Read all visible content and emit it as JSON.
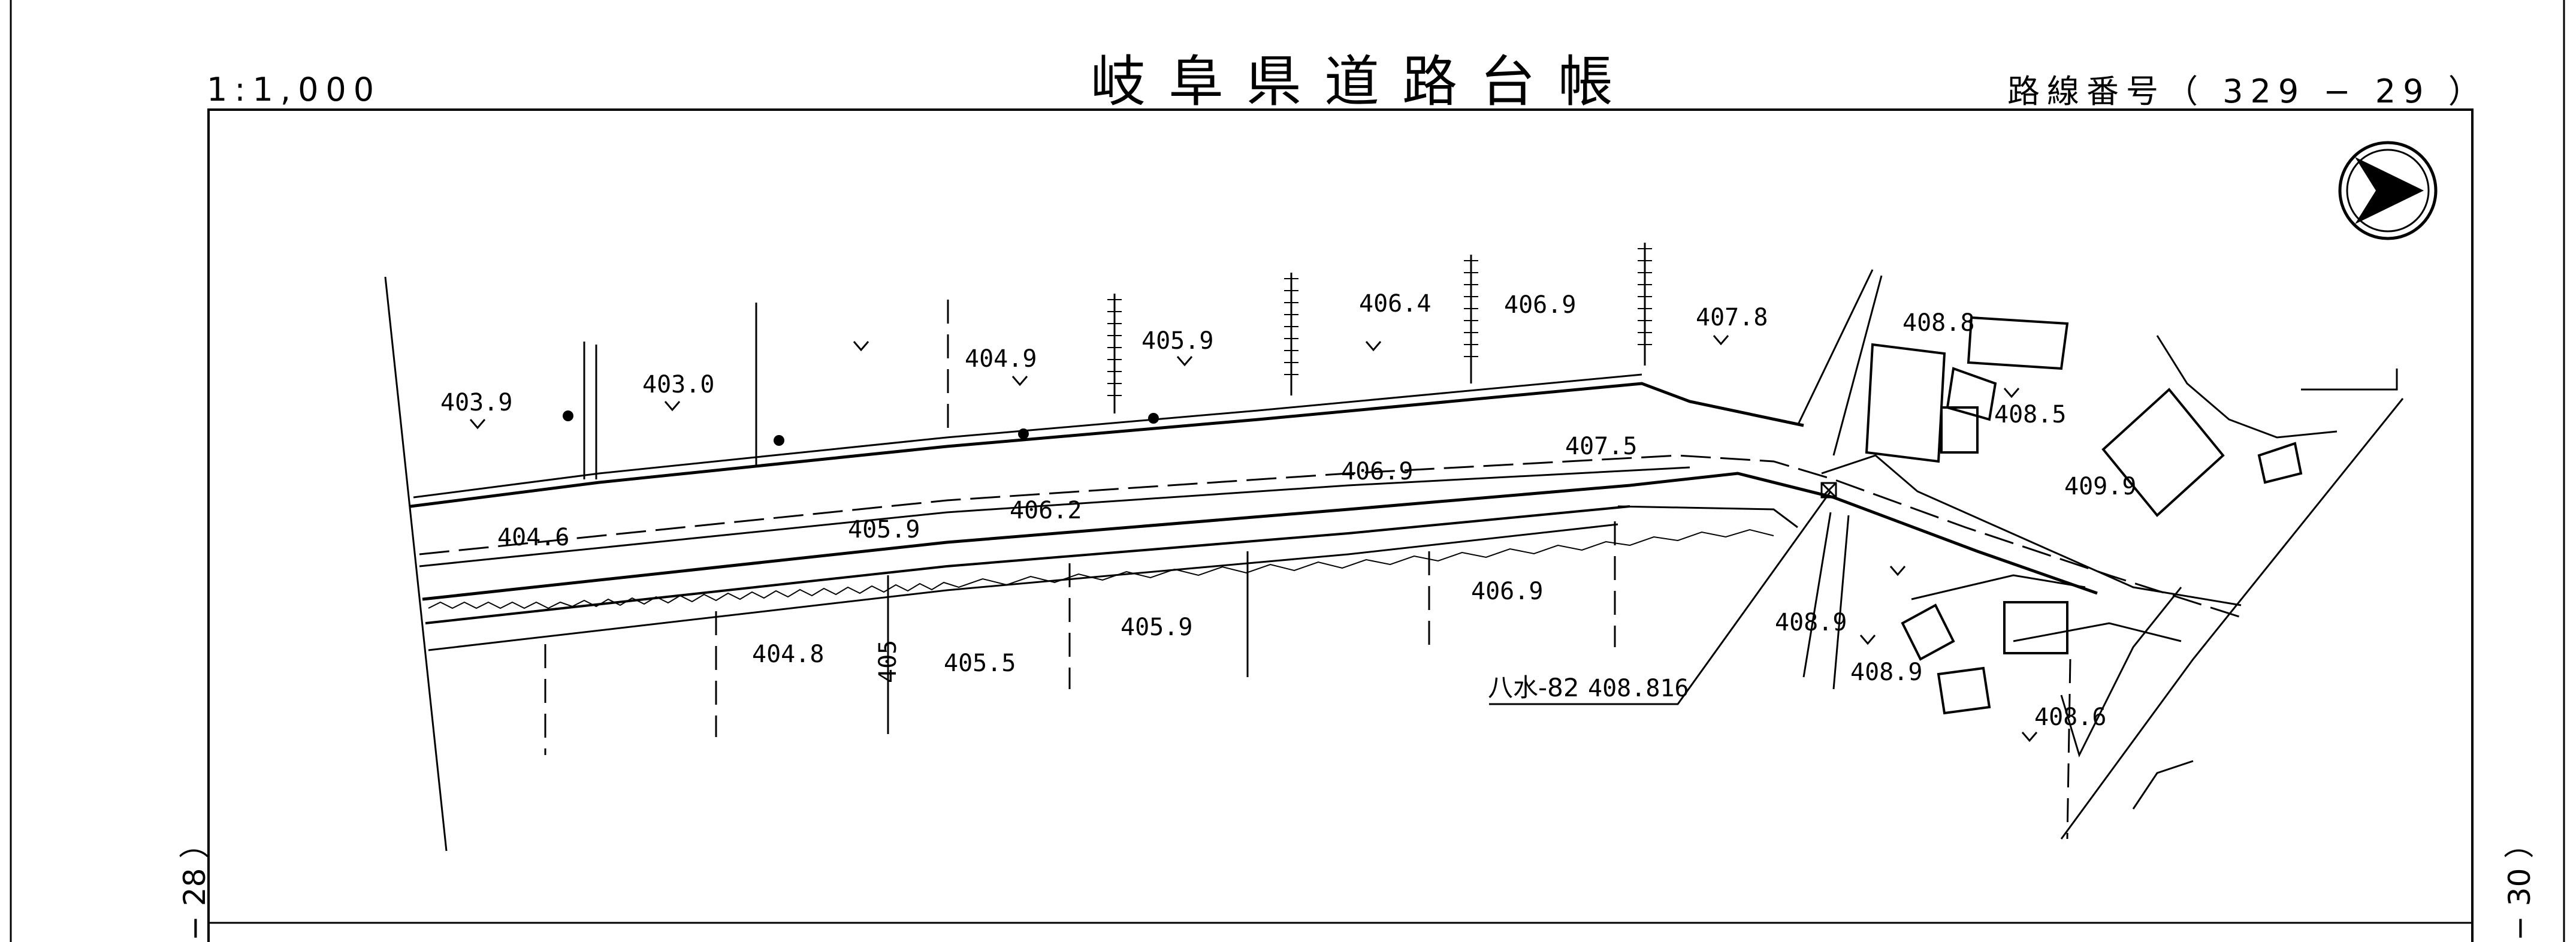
{
  "header": {
    "title": "岐阜県道路台帳",
    "scale": "1:1,000",
    "route_number": "路線番号（ 329 − 29 ）"
  },
  "sheet_refs": {
    "left": "− 28 ）",
    "right": "− 30 ）"
  },
  "elevations": [
    "403.9",
    "403.0",
    "404.9",
    "405.9",
    "406.4",
    "406.9",
    "407.8",
    "408.8",
    "404.6",
    "405.9",
    "406.2",
    "406.9",
    "407.5",
    "408.5",
    "409.9",
    "404.8",
    "405.5",
    "405.9",
    "406.9",
    "408.9",
    "408.9",
    "408.6"
  ],
  "contour_label": "405",
  "benchmark": {
    "label": "八水-82",
    "value": "408.816"
  },
  "north_arrow": "north-arrow-icon"
}
